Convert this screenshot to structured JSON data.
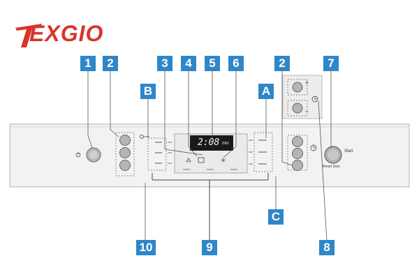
{
  "brand": {
    "name": "EXGIO",
    "color": "#d9342b"
  },
  "accent_color": "#2f86c8",
  "display": {
    "time": "2:08",
    "unit": "min"
  },
  "controls": {
    "start_label": "Start",
    "reset_label": "Reset 3sec"
  },
  "callouts": {
    "c1": "1",
    "c2a": "2",
    "c3": "3",
    "c4": "4",
    "c5": "5",
    "c6": "6",
    "c2b": "2",
    "c7": "7",
    "cB": "B",
    "cA": "A",
    "cC": "C",
    "c10": "10",
    "c9": "9",
    "c8": "8"
  },
  "icons": [
    "power-icon",
    "key-icon",
    "clock-icon",
    "plus-icon",
    "minus-icon"
  ]
}
